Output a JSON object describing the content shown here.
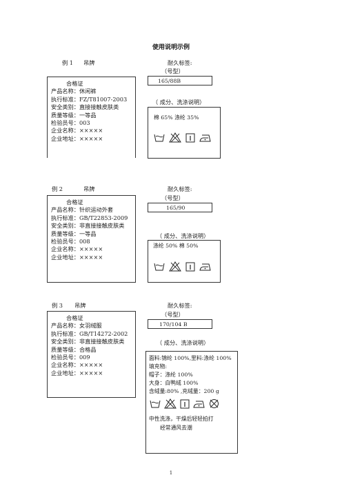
{
  "page_title": "使用说明示例",
  "page_number": "1",
  "examples": [
    {
      "example_label": "例 1",
      "hangtag_label": "吊牌",
      "durable_label": "耐久标签:",
      "size_hint": "（号型）",
      "size": "165/88B",
      "composition_hint": "（  成分、洗涤说明）",
      "composition": [
        "棉 65%      涤纶 35%"
      ],
      "care_note": [],
      "hangtag": [
        "合格证",
        "产品名称：休闲裤",
        "执行标准：FZ/T81007-2003",
        "安全类别：直接接触皮肤类",
        "质量等级：一等品",
        "检验员号：003",
        "企业名称：×××××",
        "企业地址：×××××"
      ],
      "icons": [
        "wash-tub-icon",
        "no-bleach-icon",
        "line-dry-icon",
        "iron-icon"
      ]
    },
    {
      "example_label": "例 2",
      "hangtag_label": "吊牌",
      "durable_label": "耐久标签:",
      "size_hint": "（号型）",
      "size": "165/90",
      "composition_hint": "（  成分、洗涤说明）",
      "composition": [
        "涤纶  50%    棉 50%"
      ],
      "care_note": [],
      "hangtag": [
        "合格证",
        "产品名称：针织运动外套",
        "执行标准：GB/T22853-2009",
        "安全类别：非直接接触皮肤类",
        "质量等级：一等品",
        "检验员号：008",
        "企业名称：×××××",
        "企业地址：×××××"
      ],
      "icons": [
        "wash-tub-icon",
        "no-bleach-icon",
        "line-dry-icon",
        "iron-icon"
      ]
    },
    {
      "example_label": "例 3",
      "hangtag_label": "吊牌",
      "durable_label": "耐久标签:",
      "size_hint": "（号型）",
      "size": "170/104 B",
      "composition_hint": "（  成分、洗涤说明）",
      "composition": [
        "面料:锦纶 100%,里料:涤纶 100%",
        "填充物:",
        "帽子：涤纶  100%",
        "大身：白鸭绒 100%",
        "含绒量:80% ,充绒量：200 g"
      ],
      "care_note": [
        "中性洗涤，干燥后轻轻拍打",
        "经常通风去潮"
      ],
      "hangtag": [
        "合格证",
        "产品名称：女羽绒服",
        "执行标准：GB/T14272-2002",
        "安全类别：非直接接触皮肤类",
        "质量等级：合格品",
        "检验员号：009",
        "企业名称：×××××",
        "企业地址：×××××"
      ],
      "icons": [
        "wash-tub-icon",
        "no-bleach-icon",
        "line-dry-icon",
        "iron-icon",
        "no-dryclean-icon"
      ]
    }
  ]
}
